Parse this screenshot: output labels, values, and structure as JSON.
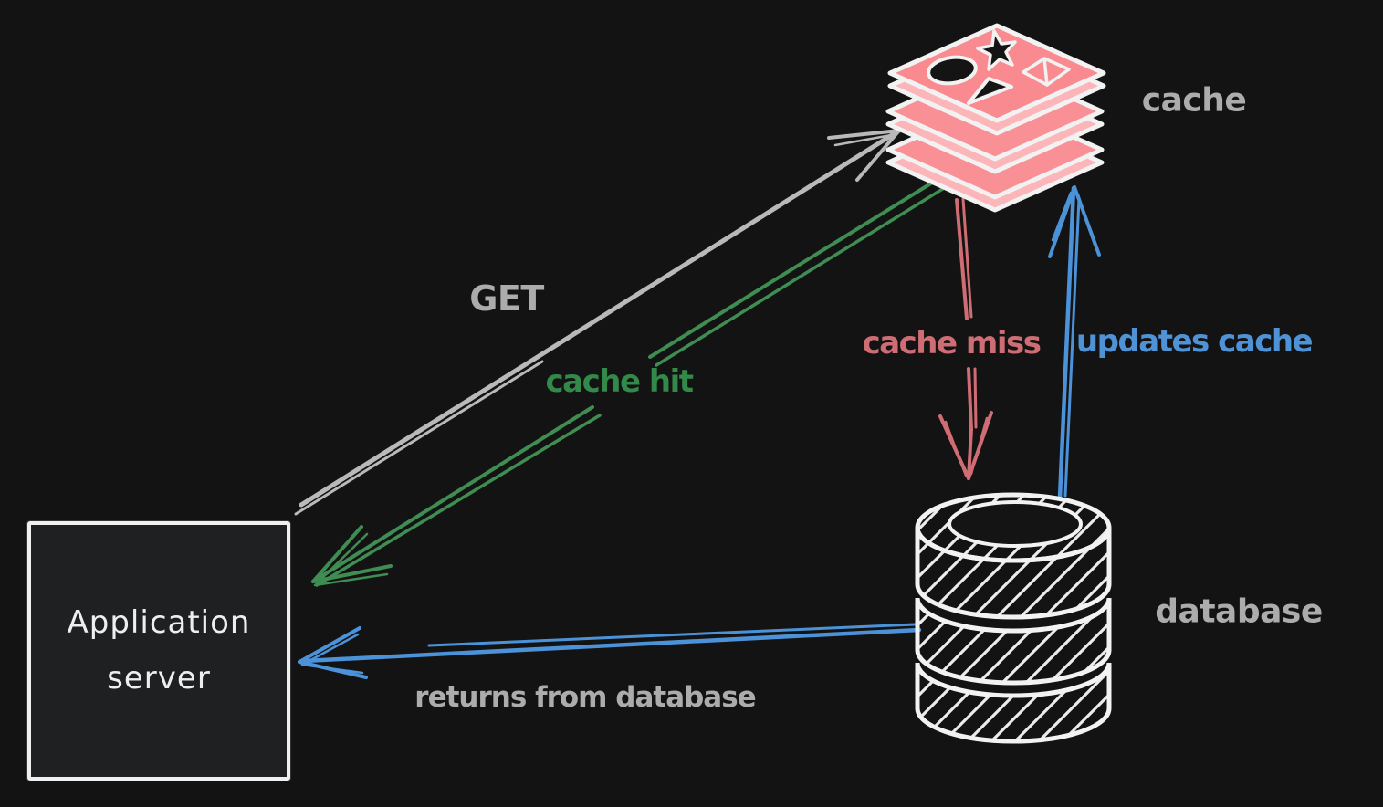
{
  "nodes": {
    "app_server": {
      "label": "Application server"
    },
    "cache": {
      "label": "cache"
    },
    "database": {
      "label": "database"
    }
  },
  "edges": {
    "get": {
      "label": "GET",
      "color": "#b9b9b9",
      "from": "application server",
      "to": "cache"
    },
    "cache_hit": {
      "label": "cache hit",
      "color": "#3f8d52",
      "from": "cache",
      "to": "application server"
    },
    "cache_miss": {
      "label": "cache miss",
      "color": "#d06d74",
      "from": "cache",
      "to": "database"
    },
    "updates_cache": {
      "label": "updates cache",
      "color": "#4c92d8",
      "from": "database",
      "to": "cache"
    },
    "returns_from_database": {
      "label": "returns from database",
      "color": "#4c92d8",
      "from": "database",
      "to": "application server"
    }
  },
  "palette": {
    "background": "#131313",
    "node_fill": "#1f2021",
    "sketch_white": "#f2f2f2",
    "label_gray": "#acacac",
    "green": "#3f8d52",
    "red": "#d06d74",
    "blue": "#4c92d8",
    "cache_pink": "#f99095",
    "cache_pink_light": "#fcb5b8"
  }
}
